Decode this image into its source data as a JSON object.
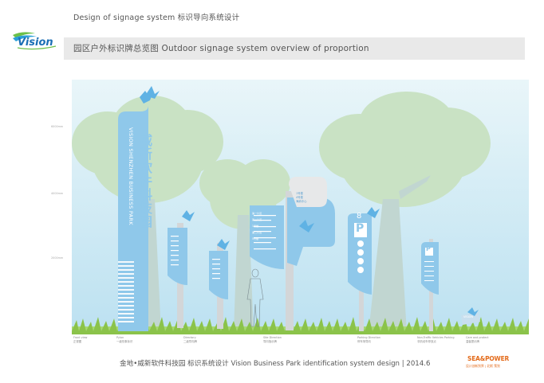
{
  "header": {
    "title": "Design of signage system  标识导向系统设计",
    "section_title": "园区户外标识牌总览图   Outdoor signage system overview of proportion"
  },
  "logo": {
    "text": "Vision"
  },
  "scale_marks": {
    "top": "6000mm",
    "middle": "4000mm",
    "bottom": "2000mm"
  },
  "main_sign": {
    "chinese": "威新软件科技园",
    "english": "VISION SHENZHEN BUSINESS PARK"
  },
  "signs": {
    "directional_sign": {
      "number": "8"
    },
    "parking_sign": {
      "letter": "P"
    },
    "small_sign": {
      "letter": "P"
    },
    "ground_sign": {
      "text": "VISION"
    },
    "big_sign": {
      "header_lines": [
        "1号楼",
        "4号楼",
        "海纳中心"
      ],
      "lines": [
        "第一片区",
        "第二片区",
        "1号楼",
        "第二片区",
        "5号楼"
      ]
    }
  },
  "captions": [
    {
      "en": "Front view",
      "zh": "正视图"
    },
    {
      "en": "Pylon",
      "zh": "一级形象标识"
    },
    {
      "en": "Directory",
      "zh": "二级导向牌"
    },
    {
      "en": "Site Direction",
      "zh": "导向指示牌"
    },
    {
      "en": "Parking Direction",
      "zh": "停车场导向"
    },
    {
      "en": "Non-Traffic Vehicles Parking",
      "zh": "非机动车停放点"
    },
    {
      "en": "Care and protect",
      "zh": "温馨提示牌"
    }
  ],
  "footer": {
    "text": "金地•威新软件科技园 标识系统设计  Vision Business Park  identification system design | 2014.6"
  },
  "brand": {
    "name": "SEA&POWER",
    "subtitle": "设计创新到界 | 北斯 策划"
  },
  "colors": {
    "sign_blue": "#8fc8ea",
    "sign_gray": "#d3d6d8",
    "bird_blue": "#5fb2e4",
    "grass": "#8bc34a"
  }
}
